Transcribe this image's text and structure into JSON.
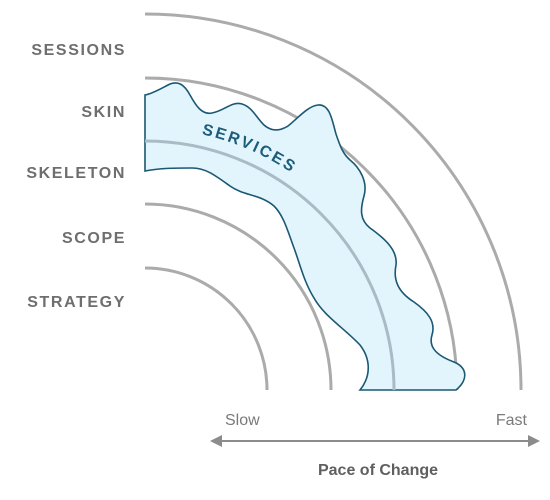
{
  "layers": [
    "SESSIONS",
    "SKIN",
    "SKELETON",
    "SCOPE",
    "STRATEGY"
  ],
  "band": {
    "label": "SERVICES"
  },
  "axis": {
    "slow": "Slow",
    "fast": "Fast",
    "title": "Pace of Change"
  },
  "colors": {
    "ring": "#ababab",
    "band_fill": "#e2f4fc",
    "band_stroke": "#1a5873",
    "band_text": "#1b5d7a",
    "label": "#6e6e6e"
  }
}
